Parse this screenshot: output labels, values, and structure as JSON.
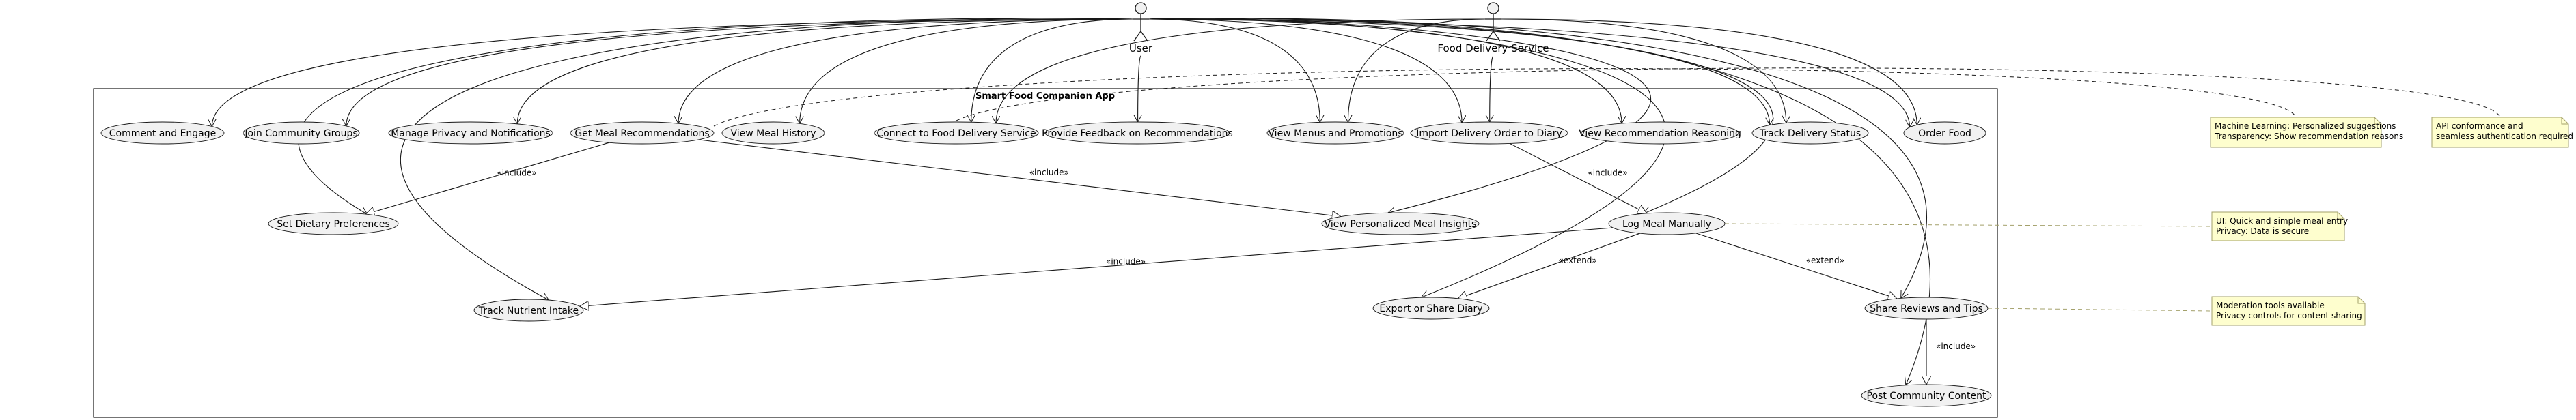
{
  "system": {
    "title": "Smart Food Companion App"
  },
  "actors": [
    {
      "id": "user",
      "label": "User"
    },
    {
      "id": "fds",
      "label": "Food Delivery Service"
    }
  ],
  "use_cases": [
    {
      "id": "comment",
      "label": "Comment and Engage"
    },
    {
      "id": "groups",
      "label": "Join Community Groups"
    },
    {
      "id": "privacy",
      "label": "Manage Privacy and Notifications"
    },
    {
      "id": "getrec",
      "label": "Get Meal Recommendations"
    },
    {
      "id": "history",
      "label": "View Meal History"
    },
    {
      "id": "connect",
      "label": "Connect to Food Delivery Service"
    },
    {
      "id": "feedback",
      "label": "Provide Feedback on Recommendations"
    },
    {
      "id": "menus",
      "label": "View Menus and Promotions"
    },
    {
      "id": "import",
      "label": "Import Delivery Order to Diary"
    },
    {
      "id": "reason",
      "label": "View Recommendation Reasoning"
    },
    {
      "id": "track",
      "label": "Track Delivery Status"
    },
    {
      "id": "order",
      "label": "Order Food"
    },
    {
      "id": "diet",
      "label": "Set Dietary Preferences"
    },
    {
      "id": "insights",
      "label": "View Personalized Meal Insights"
    },
    {
      "id": "logmeal",
      "label": "Log Meal Manually"
    },
    {
      "id": "nutrient",
      "label": "Track Nutrient Intake"
    },
    {
      "id": "export",
      "label": "Export or Share Diary"
    },
    {
      "id": "share",
      "label": "Share Reviews and Tips"
    },
    {
      "id": "post",
      "label": "Post Community Content"
    }
  ],
  "relations": [
    {
      "from": "getrec",
      "to": "diet",
      "label": "«include»"
    },
    {
      "from": "getrec",
      "to": "insights",
      "label": "«include»"
    },
    {
      "from": "import",
      "to": "logmeal",
      "label": "«include»"
    },
    {
      "from": "logmeal",
      "to": "nutrient",
      "label": "«include»"
    },
    {
      "from": "logmeal",
      "to": "export",
      "label": "«extend»"
    },
    {
      "from": "logmeal",
      "to": "share",
      "label": "«extend»"
    },
    {
      "from": "share",
      "to": "post",
      "label": "«include»"
    }
  ],
  "associations": [
    [
      "user",
      "comment"
    ],
    [
      "user",
      "groups"
    ],
    [
      "user",
      "privacy"
    ],
    [
      "user",
      "getrec"
    ],
    [
      "user",
      "history"
    ],
    [
      "user",
      "connect"
    ],
    [
      "user",
      "feedback"
    ],
    [
      "user",
      "menus"
    ],
    [
      "user",
      "import"
    ],
    [
      "user",
      "reason"
    ],
    [
      "user",
      "track"
    ],
    [
      "user",
      "order"
    ],
    [
      "user",
      "diet"
    ],
    [
      "user",
      "insights"
    ],
    [
      "user",
      "logmeal"
    ],
    [
      "user",
      "nutrient"
    ],
    [
      "user",
      "export"
    ],
    [
      "user",
      "share"
    ],
    [
      "user",
      "post"
    ],
    [
      "fds",
      "connect"
    ],
    [
      "fds",
      "menus"
    ],
    [
      "fds",
      "import"
    ],
    [
      "fds",
      "track"
    ],
    [
      "fds",
      "order"
    ]
  ],
  "notes": [
    {
      "id": "ml",
      "lines": [
        "Machine Learning: Personalized suggestions",
        "Transparency: Show recommendation reasons"
      ],
      "target": "getrec"
    },
    {
      "id": "api",
      "lines": [
        "API conformance and",
        "seamless authentication required"
      ],
      "target": "connect"
    },
    {
      "id": "ui",
      "lines": [
        "UI: Quick and simple meal entry",
        "Privacy: Data is secure"
      ],
      "target": "logmeal"
    },
    {
      "id": "mod",
      "lines": [
        "Moderation tools available",
        "Privacy controls for content sharing"
      ],
      "target": "share"
    }
  ],
  "colors": {
    "usecase_fill": "#f1f1f1",
    "note_fill": "#fefece",
    "note_border": "#a3a06a",
    "line": "#181818"
  }
}
